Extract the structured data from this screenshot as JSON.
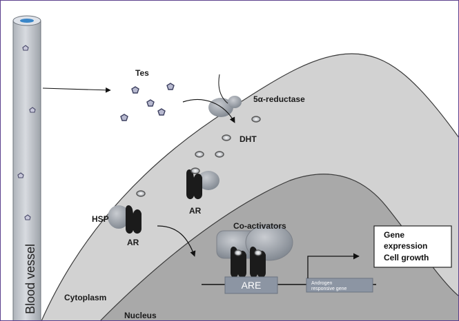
{
  "labels": {
    "tes": "Tes",
    "reductase": "5α-reductase",
    "dht": "DHT",
    "hsp": "HSP",
    "ar_hsp": "AR",
    "ar_cyto": "AR",
    "coactivators": "Co-activators",
    "are": "ARE",
    "androgen_gene_line1": "Androgen",
    "androgen_gene_line2": "responsive gene",
    "cytoplasm": "Cytoplasm",
    "nucleus": "Nucleus",
    "blood_vessel": "Blood vessel"
  },
  "outcome_box": {
    "line1": "Gene",
    "line2": "expression",
    "line3": "Cell growth"
  },
  "colors": {
    "frame_border": "#5b3f8c",
    "cytoplasm_fill": "#cfcfcf",
    "nucleus_fill": "#a9a9a9",
    "vessel_fill": "#c9cdd3",
    "receptor_fill": "#1b1b1b",
    "protein_fill": "#9aa0a8",
    "are_fill": "#8c95a3"
  }
}
